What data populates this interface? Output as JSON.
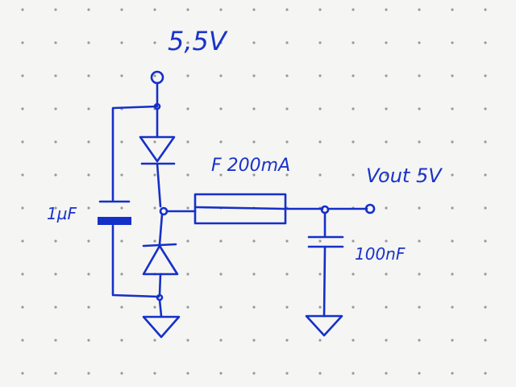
{
  "labels": {
    "input_voltage": "5,5V",
    "fuse": "F 200mA",
    "output": "Vout 5V",
    "cap_electrolytic": "1µF",
    "cap_ceramic": "100nF"
  },
  "ink_color": "#1530c8",
  "paper_color": "#f5f5f3"
}
